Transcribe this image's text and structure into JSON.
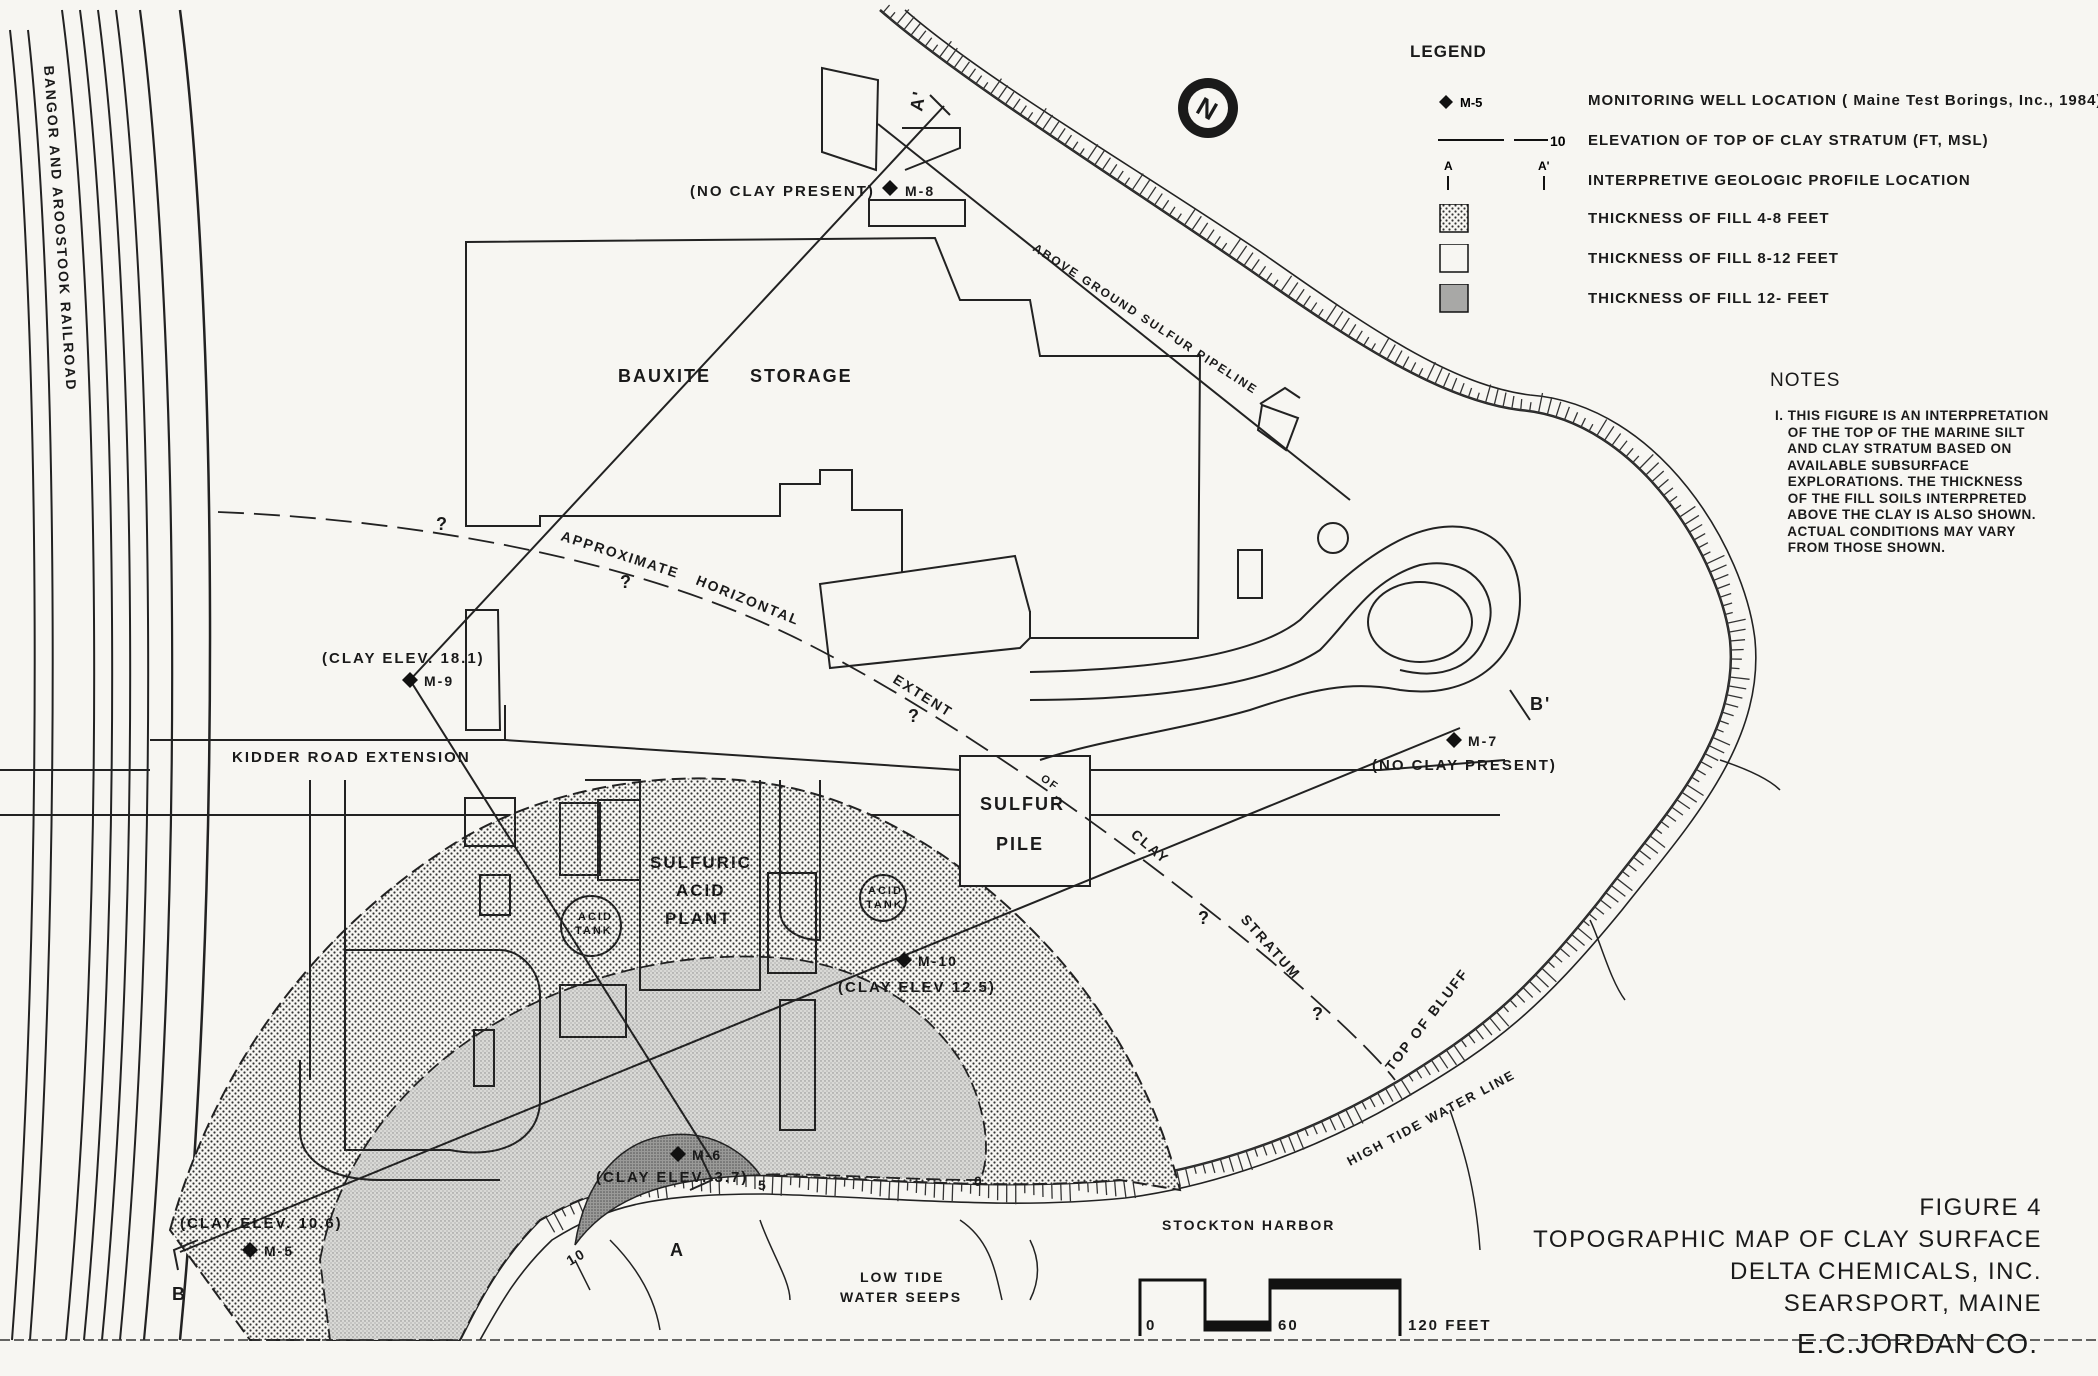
{
  "legend": {
    "title": "LEGEND",
    "items": [
      {
        "label": "M-5",
        "description": "MONITORING WELL LOCATION ( Maine Test Borings, Inc., 1984) ."
      },
      {
        "label": "10",
        "description": "ELEVATION OF TOP OF CLAY STRATUM (FT, MSL)"
      },
      {
        "label_left": "A",
        "label_right": "A'",
        "description": "INTERPRETIVE GEOLOGIC PROFILE LOCATION"
      },
      {
        "description": "THICKNESS OF FILL  4-8 FEET"
      },
      {
        "description": "THICKNESS OF FILL  8-12 FEET"
      },
      {
        "description": "THICKNESS OF FILL  12-  FEET"
      }
    ]
  },
  "notes": {
    "title": "NOTES",
    "text": "I. THIS FIGURE IS AN INTERPRETATION\n   OF THE TOP OF THE MARINE SILT\n   AND CLAY STRATUM BASED ON\n   AVAILABLE SUBSURFACE\n   EXPLORATIONS. THE THICKNESS\n   OF THE FILL SOILS INTERPRETED\n   ABOVE THE CLAY IS ALSO SHOWN.\n   ACTUAL CONDITIONS MAY VARY\n   FROM THOSE SHOWN."
  },
  "north_arrow": "N",
  "title_block": {
    "figure": "FIGURE 4",
    "title": "TOPOGRAPHIC MAP OF CLAY SURFACE",
    "client": "DELTA CHEMICALS, INC.",
    "location": "SEARSPORT, MAINE",
    "maker": "E.C.JORDAN CO."
  },
  "scale_bar": {
    "labels": [
      "0",
      "60",
      "120 FEET"
    ]
  },
  "map_labels": {
    "railroad": "BANGOR AND AROOSTOOK RAILROAD",
    "bauxite": "BAUXITE",
    "storage": "STORAGE",
    "pipeline": "ABOVE GROUND SULFUR PIPELINE",
    "kidder": "KIDDER    ROAD    EXTENSION",
    "sulfur": "SULFUR",
    "pile": "PILE",
    "sulfuric": "SULFURIC",
    "acid": "ACID",
    "plant": "PLANT",
    "acid_tank": "ACID",
    "tank": "TANK",
    "approximate": "APPROXIMATE",
    "horizontal": "HORIZONTAL",
    "extent": "EXTENT",
    "of": "OF",
    "clay": "CLAY",
    "stratum": "STRATUM",
    "top_of_bluff": "TOP OF BLUFF",
    "high_tide": "HIGH TIDE WATER LINE",
    "stockton": "STOCKTON HARBOR",
    "low_tide": "LOW TIDE",
    "water_seeps": "WATER SEEPS",
    "question": "?"
  },
  "wells": [
    {
      "id": "M-8",
      "note": "(NO CLAY PRESENT)"
    },
    {
      "id": "M-9",
      "note": "(CLAY ELEV. 18.1)"
    },
    {
      "id": "M-7",
      "note": "(NO CLAY PRESENT)"
    },
    {
      "id": "M-10",
      "note": "(CLAY ELEV 12.5)"
    },
    {
      "id": "M-6",
      "note": "(CLAY ELEV. 3.7)"
    },
    {
      "id": "M-5",
      "note": "(CLAY ELEV. 10.6)"
    }
  ],
  "profile_labels": {
    "a": "A",
    "a_prime": "A'",
    "b": "B",
    "b_prime": "B'"
  },
  "contour_labels": {
    "c10": "10",
    "c5": "5",
    "c0": "0"
  }
}
